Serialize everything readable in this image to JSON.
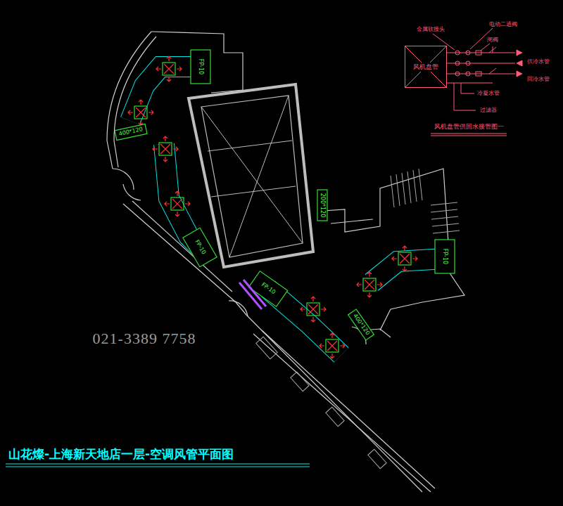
{
  "diagram": {
    "title": "山花燦-上海新天地店一层-空调风管平面图",
    "caption": "风机盘管供回水接管图一",
    "nodes": [
      {
        "text": [
          "风机盘管"
        ]
      }
    ],
    "labels": [
      "金属软接头",
      "电动二通阀",
      "闸阀",
      "供冷水管",
      "回冷水管",
      "冷凝水管",
      "过滤器",
      "FP-10",
      "400*120",
      "FP-10",
      "FP-10",
      "200*120",
      "FP-10",
      "400*120",
      "021-3389 7758"
    ]
  }
}
